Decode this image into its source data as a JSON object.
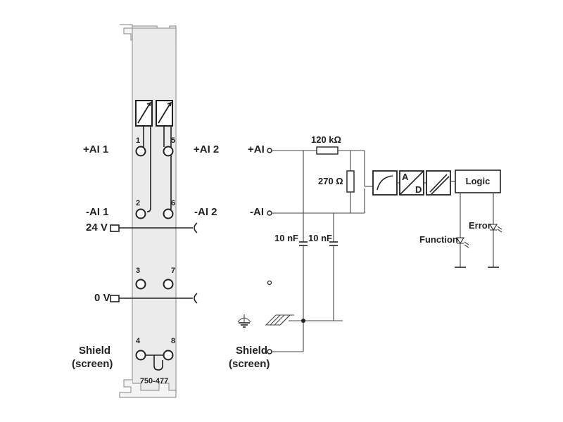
{
  "module": {
    "part_number": "750-477",
    "terminals": {
      "t1": "1",
      "t2": "2",
      "t3": "3",
      "t4": "4",
      "t5": "5",
      "t6": "6",
      "t7": "7",
      "t8": "8"
    },
    "labels": {
      "ai1_pos": "+AI 1",
      "ai2_pos": "+AI 2",
      "ai1_neg": "-AI 1",
      "ai2_neg": "-AI 2",
      "v24": "24 V",
      "v0": "0 V",
      "shield_line1": "Shield",
      "shield_line2": "(screen)"
    }
  },
  "schematic": {
    "input_pos": "+AI",
    "input_neg": "-AI",
    "resistor_series": "120 kΩ",
    "resistor_shunt": "270 Ω",
    "cap1": "10 nF",
    "cap2": "10 nF",
    "adc_a": "A",
    "adc_d": "D",
    "logic": "Logic",
    "led_function": "Function",
    "led_error": "Error",
    "shield_line1": "Shield",
    "shield_line2": "(screen)"
  },
  "colors": {
    "line": "#222222",
    "module_fill": "#ebebeb",
    "module_border": "#9a9a9a"
  }
}
